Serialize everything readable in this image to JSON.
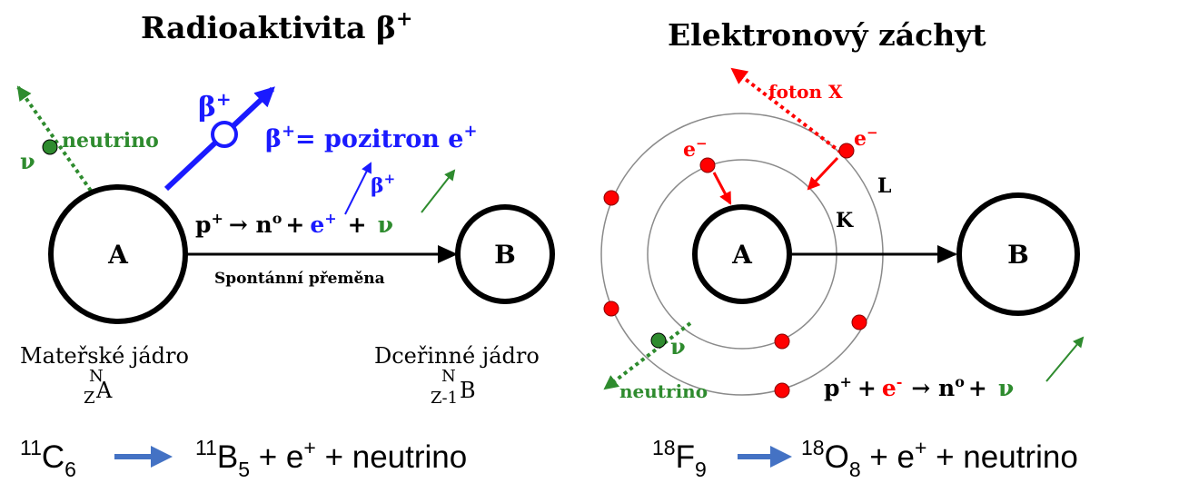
{
  "colors": {
    "black": "#000000",
    "blue": "#1a1aff",
    "green": "#2e8b2e",
    "red": "#ff0000",
    "orbit": "#8a8a8a"
  },
  "left": {
    "title": "Radioaktivita β",
    "title_sup": "+",
    "nucleus_a": "A",
    "nucleus_b": "B",
    "beta_plus": "β",
    "beta_plus_sup": "+",
    "beta_def": "β",
    "beta_def_rest": "= pozitron e",
    "beta_def_sup": "+",
    "nu_symbol": "ν",
    "neutrino_label": "neutrino",
    "small_beta": "β",
    "small_beta_sup": "+",
    "eq_p": "p",
    "eq_p_sup": "+",
    "eq_arrow": "→ n",
    "eq_n_sup": "o",
    "eq_plus1": "+",
    "eq_e": "e",
    "eq_e_sup": "+",
    "eq_plus2": "+",
    "eq_nu": "ν",
    "arrow_label": "Spontánní přeměna",
    "parent_label": "Mateřské jádro",
    "parent_sup": "N",
    "parent_sub": "Z",
    "parent_sym": "A",
    "daughter_label": "Dceřinné jádro",
    "daughter_sup": "N",
    "daughter_sub": "Z-1",
    "daughter_sym": "B"
  },
  "right": {
    "title": "Elektronový záchyt",
    "foton_label": "foton X",
    "e_minus_1": "e",
    "e_minus_1_sup": "−",
    "e_minus_2": "e",
    "e_minus_2_sup": "−",
    "shell_l": "L",
    "shell_k": "K",
    "nucleus_a": "A",
    "nucleus_b": "B",
    "nu_symbol": "ν",
    "neutrino_label": "neutrino",
    "eq_p": "p",
    "eq_p_sup": "+",
    "eq_plus": "+",
    "eq_e": "e",
    "eq_e_sup": "-",
    "eq_arrow": "→ n",
    "eq_n_sup": "o",
    "eq_plus2": "+",
    "eq_nu": "ν"
  },
  "bottom": {
    "left_mass": "11",
    "left_elem": "C",
    "left_z": "6",
    "left_prod_mass": "11",
    "left_prod_elem": "B",
    "left_prod_z": "5",
    "left_rest": " + e",
    "left_rest_sup": "+",
    "left_tail": " + neutrino",
    "right_mass": "18",
    "right_elem": "F",
    "right_z": "9",
    "right_prod_mass": "18",
    "right_prod_elem": "O",
    "right_prod_z": "8",
    "right_rest": " + e",
    "right_rest_sup": "+",
    "right_tail": " + neutrino",
    "arrow_color": "#4472c4"
  }
}
